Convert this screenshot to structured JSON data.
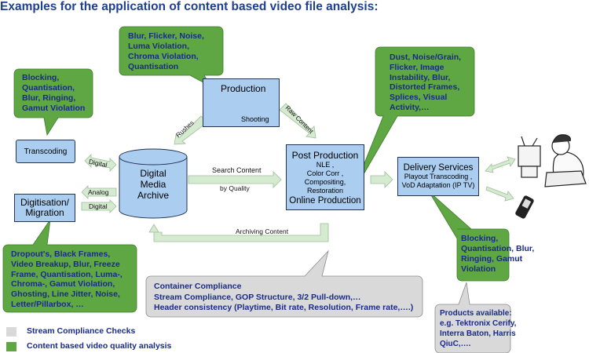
{
  "title": "Examples for the application of content based video file analysis:",
  "colors": {
    "green": "#5ea742",
    "blue_box": "#aacdf0",
    "light_arrow": "#cfe6c9",
    "gray": "#d9d9d9",
    "text_blue": "#1a2a8a"
  },
  "nodes": {
    "transcoding": "Transcoding",
    "digitisation": [
      "Digitisation/",
      "Migration"
    ],
    "archive": [
      "Digital",
      "Media",
      "Archive"
    ],
    "production": {
      "title": "Production",
      "sub": "Shooting"
    },
    "post_production": {
      "title": "Post Production",
      "lines": [
        "NLE ,",
        "Color Corr ,",
        "Compositing,",
        "Restoration"
      ],
      "footer": "Online Production"
    },
    "delivery": {
      "title": "Delivery Services",
      "lines": [
        "Playout Transcoding ,",
        "VoD Adaptation  (IP TV)"
      ]
    }
  },
  "edge_labels": {
    "digital_top": "Digital",
    "analog": "Analog",
    "digital_bottom": "Digital",
    "rushes": "Rushes",
    "raw_content": "Raw Content",
    "search_content": "Search Content",
    "by_quality": "by Quality",
    "archiving_content": "Archiving Content"
  },
  "callouts": {
    "production": [
      "Blur, Flicker, Noise,",
      "Luma Violation,",
      "Chroma Violation,",
      "Quantisation"
    ],
    "transcoding": [
      "Blocking,",
      "Quantisation,",
      "Blur, Ringing,",
      "Gamut Violation"
    ],
    "post": [
      "Dust, Noise/Grain,",
      "Flicker, Image",
      "Instability, Blur,",
      "Distorted Frames,",
      "Splices, Visual",
      "Activity,…"
    ],
    "delivery": [
      "Blocking,",
      "Quantisation, Blur,",
      "Ringing, Gamut",
      "Violation"
    ],
    "digitisation": [
      "Dropout's, Black Frames,",
      "Video Breakup, Blur, Freeze",
      "Frame, Quantisation, Luma-,",
      "Chroma-, Gamut Violation,",
      "Ghosting, Line Jitter, Noise,",
      "Letter/Pillarbox, …"
    ]
  },
  "compliance": [
    "Container Compliance",
    "Stream Compliance, GOP Structure, 3/2 Pull-down,…",
    "Header consistency (Playtime, Bit rate, Resolution, Frame rate,….)"
  ],
  "products": [
    "Products available:",
    "e.g. Tektronix Cerify,",
    "Interra Baton, Harris",
    "QiuC,…."
  ],
  "legend": [
    {
      "label": "Stream Compliance Checks",
      "color": "#d9d9d9"
    },
    {
      "label": "Content based video quality analysis",
      "color": "#5ea742"
    }
  ]
}
